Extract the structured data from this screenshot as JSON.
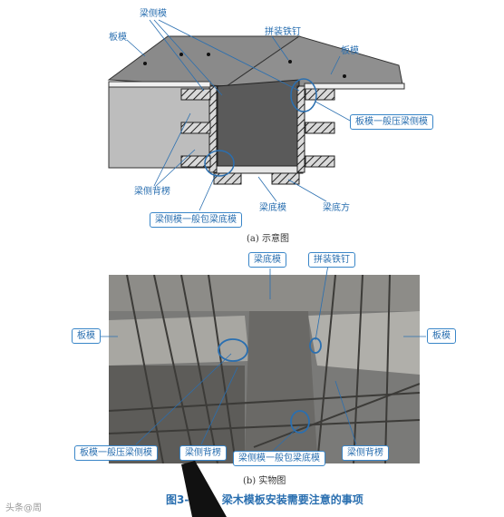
{
  "diagram": {
    "labels": {
      "liang_ce_mo": "梁侧模",
      "ban_mo_left": "板模",
      "pin_zhuang_tie_ding": "拼装铁钉",
      "ban_mo_right": "板模",
      "ban_mo_ya_ce": "板模一般压梁侧模",
      "liang_ce_bei_leng": "梁侧背楞",
      "liang_di_mo": "梁底模",
      "liang_di_fang": "梁底方",
      "ce_bao_di": "梁侧模一般包梁底模"
    },
    "caption": "(a) 示意图"
  },
  "photo": {
    "labels": {
      "liang_di_mo": "梁底模",
      "pin_zhuang_tie_ding": "拼装铁钉",
      "ban_mo_left": "板模",
      "ban_mo_right": "板模",
      "ban_mo_ya_ce": "板模一般压梁侧模",
      "liang_ce_bei_leng": "梁侧背楞",
      "ce_bao_di": "梁侧模一般包梁底模",
      "liang_ce_bei_leng_2": "梁侧背楞"
    },
    "caption": "(b) 实物图"
  },
  "figure_title": "图3-",
  "figure_title_rest": "梁木模板安装需要注意的事项",
  "watermark": "头条@周"
}
